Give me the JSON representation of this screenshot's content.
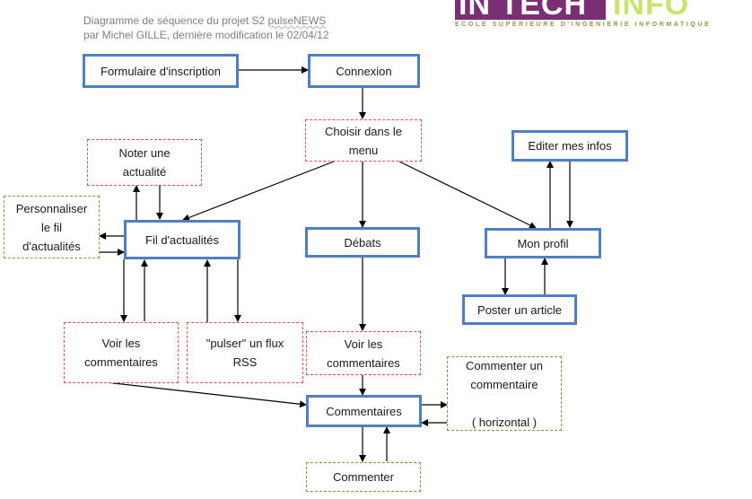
{
  "caption": {
    "line1": "Diagramme de séquence du projet S2 ",
    "line1_word": "pulseNEWS",
    "line2": "par Michel GILLE, dernière modification le 02/04/12"
  },
  "logo": {
    "part1": "IN TECH",
    "part2": "INFO",
    "tagline": "ECOLE SUPERIEURE D'INGENIERIE INFORMATIQUE",
    "colors": {
      "purple": "#7a2e73",
      "green": "#c9e46a"
    }
  },
  "nodes": {
    "formulaire": "Formulaire d'inscription",
    "connexion": "Connexion",
    "choisir": "Choisir dans le\nmenu",
    "noter": "Noter une\nactualité",
    "personnaliser": "Personnaliser\nle fil\nd'actualités",
    "fil": "Fil d'actualités",
    "debats": "Débats",
    "editer": "Editer mes infos",
    "profil": "Mon profil",
    "poster": "Poster un article",
    "voir_gauche": "Voir les\ncommentaires",
    "pulser": "\"pulser\" un flux\nRSS",
    "voir_centre": "Voir les\ncommentaires",
    "commenter_un": "Commenter un\ncommentaire\n\n( horizontal )",
    "commentaires": "Commentaires",
    "commenter": "Commenter"
  },
  "styles": {
    "solid_border": "#4f7fc0",
    "dashed_red": "#d9534f",
    "dashed_olive": "#9a8a4a"
  }
}
